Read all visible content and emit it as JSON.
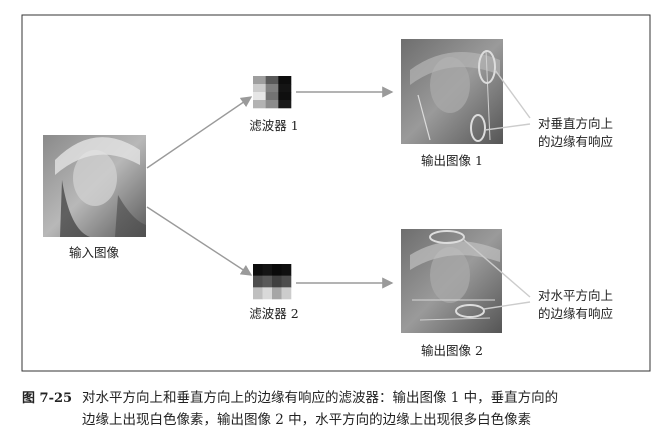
{
  "input_label": "输入图像",
  "filter1_label": "滤波器 1",
  "filter2_label": "滤波器 2",
  "output1_label": "输出图像 1",
  "output2_label": "输出图像 2",
  "annotation1": [
    "对垂直方向上",
    "的边缘有响应"
  ],
  "annotation2": [
    "对水平方向上",
    "的边缘有响应"
  ],
  "caption": {
    "label": "图 7-25",
    "line1": "对水平方向上和垂直方向上的边缘有响应的滤波器：输出图像 1 中，垂直方向的",
    "line2": "边缘上出现白色像素，输出图像 2 中，水平方向的边缘上出现很多白色像素"
  },
  "filter1_pattern": [
    [
      0.62,
      0.35,
      0.05
    ],
    [
      0.8,
      0.5,
      0.08
    ],
    [
      0.9,
      0.45,
      0.06
    ],
    [
      0.7,
      0.55,
      0.1
    ]
  ],
  "filter2_pattern": [
    [
      0.05,
      0.08,
      0.04,
      0.06
    ],
    [
      0.3,
      0.35,
      0.25,
      0.3
    ],
    [
      0.75,
      0.85,
      0.65,
      0.8
    ]
  ]
}
